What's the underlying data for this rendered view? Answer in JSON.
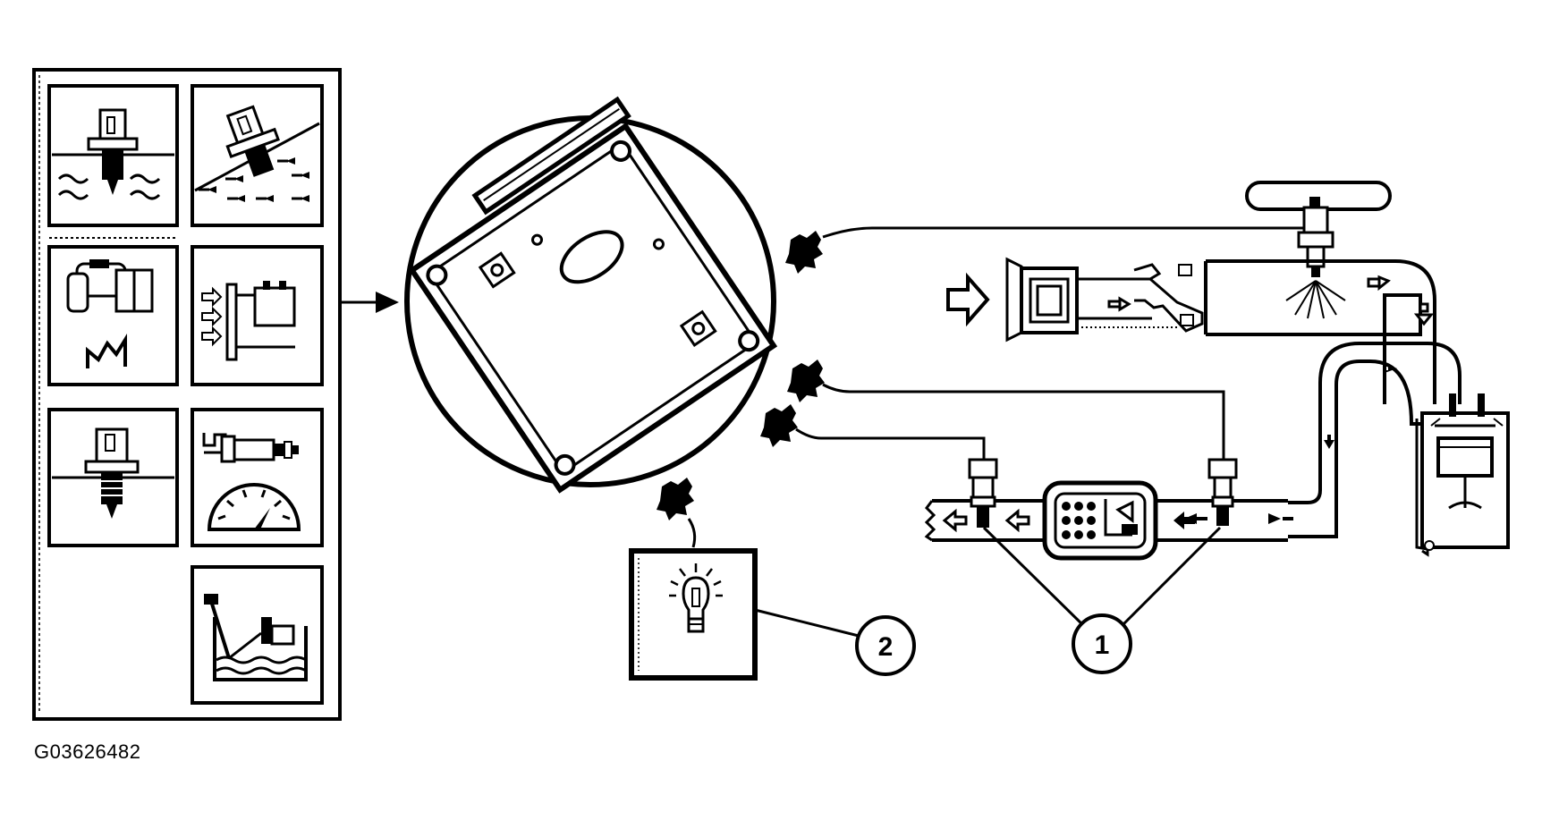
{
  "figure": {
    "id_label": "G03626482",
    "callouts": [
      {
        "number": "1"
      },
      {
        "number": "2"
      }
    ]
  },
  "sensor_panel": {
    "tiles": [
      {
        "icon": "coolant-temp-sensor-icon"
      },
      {
        "icon": "intake-air-temp-sensor-icon"
      },
      {
        "icon": "throttle-position-sensor-icon"
      },
      {
        "icon": "mass-air-flow-sensor-icon"
      },
      {
        "icon": "oil-temp-sensor-icon"
      },
      {
        "icon": "vehicle-speed-sensor-icon"
      },
      {
        "icon": "fuel-level-sensor-icon"
      }
    ]
  },
  "components": {
    "ecm": "engine-control-module-icon",
    "mil": "malfunction-indicator-lamp-icon",
    "catalytic_converter": "catalytic-converter-icon",
    "injector": "fuel-injector-icon",
    "air_filter": "air-filter-icon",
    "engine": "engine-cylinder-icon"
  },
  "colors": {
    "ink": "#000000",
    "paper": "#ffffff"
  }
}
